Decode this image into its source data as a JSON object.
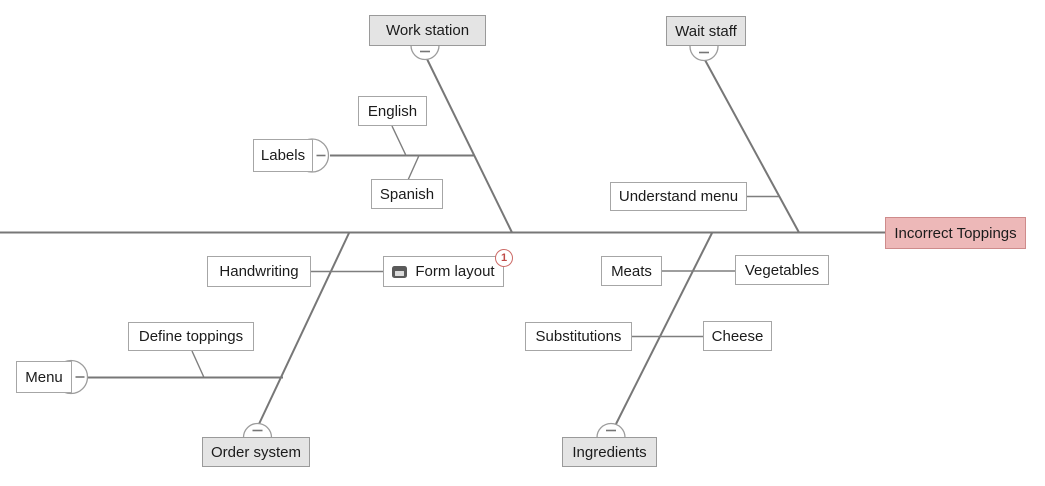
{
  "diagram": {
    "kind": "fishbone-cause-effect",
    "effect": {
      "label": "Incorrect Toppings",
      "fill_color": "#EDB8B8",
      "border_color": "#CE8B8B"
    },
    "collapse_button_glyph": "minus",
    "branches": [
      {
        "category": "Work station",
        "position": "top",
        "collapsible": true,
        "causes": [
          {
            "label": "Labels",
            "collapsible": true,
            "children": [
              {
                "label": "English"
              },
              {
                "label": "Spanish"
              }
            ]
          }
        ]
      },
      {
        "category": "Wait staff",
        "position": "top",
        "collapsible": true,
        "causes": [
          {
            "label": "Understand menu"
          }
        ]
      },
      {
        "category": "Order system",
        "position": "bottom",
        "collapsible": true,
        "causes": [
          {
            "label": "Handwriting"
          },
          {
            "label": "Form layout",
            "icon": "comment-icon",
            "comment_count": "1"
          },
          {
            "label": "Menu",
            "collapsible": true,
            "children": [
              {
                "label": "Define toppings"
              }
            ]
          }
        ]
      },
      {
        "category": "Ingredients",
        "position": "bottom",
        "collapsible": true,
        "causes": [
          {
            "label": "Meats"
          },
          {
            "label": "Vegetables"
          },
          {
            "label": "Substitutions"
          },
          {
            "label": "Cheese"
          }
        ]
      }
    ],
    "colors": {
      "spine_line": "#777777",
      "category_fill": "#E4E4E4",
      "category_border": "#9A9A9A",
      "cause_border": "#A6A6A6",
      "badge_accent": "#C9605C"
    }
  }
}
